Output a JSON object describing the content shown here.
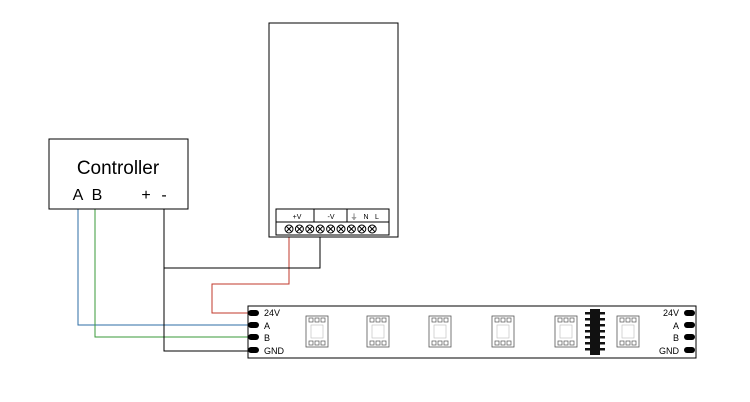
{
  "controller": {
    "title": "Controller",
    "terminals": {
      "a": "A",
      "b": "B",
      "plus": "+",
      "minus": "-"
    }
  },
  "power_supply": {
    "terminals": [
      "+V",
      "-V",
      "⏚",
      "N",
      "L"
    ],
    "screw_count": 9
  },
  "led_strip": {
    "left_labels": [
      "24V",
      "A",
      "B",
      "GND"
    ],
    "right_labels": [
      "24V",
      "A",
      "B",
      "GND"
    ],
    "led_count": 6
  },
  "colors": {
    "wire_red": "#c0392b",
    "wire_blue": "#2e6da4",
    "wire_green": "#3a9a3a",
    "wire_black": "#000000",
    "outline": "#000000"
  }
}
